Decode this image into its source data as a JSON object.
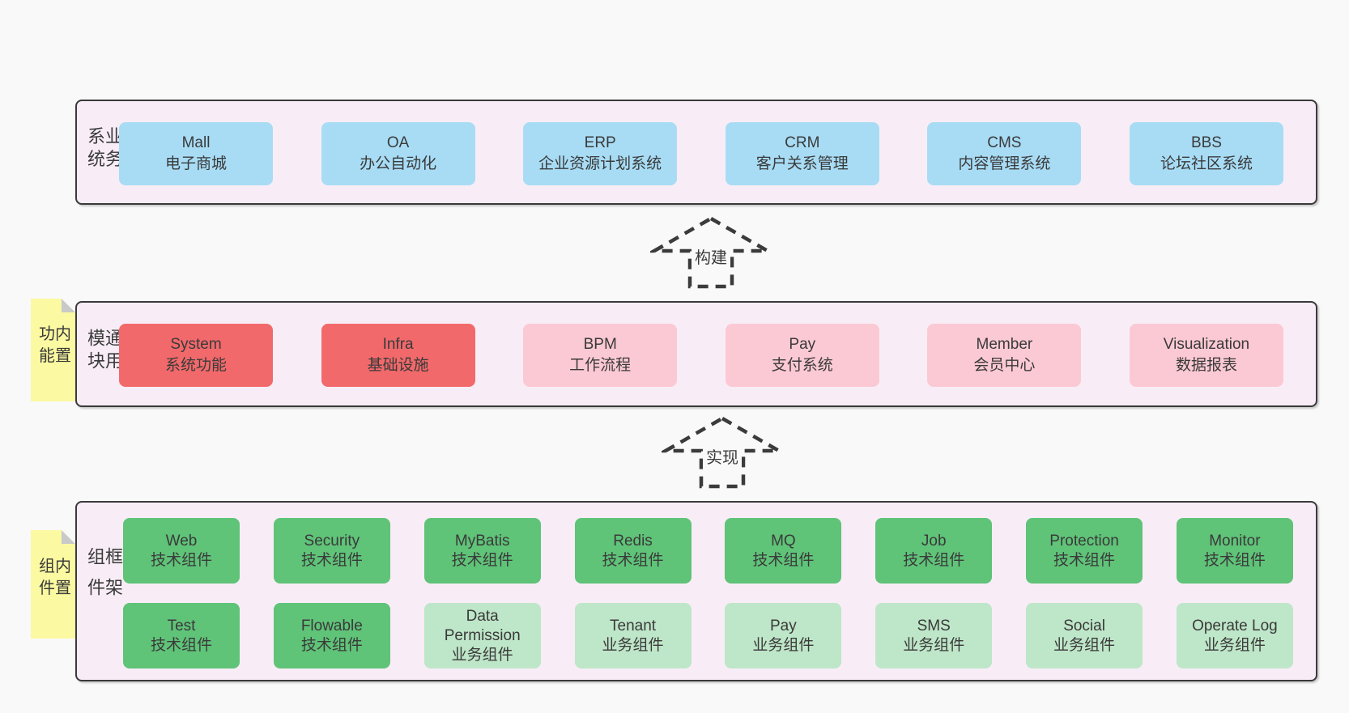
{
  "palette": {
    "page_bg": "#f9f9f9",
    "band_bg": "#f8edf6",
    "band_border": "#3a3a3a",
    "blue": "#a8dcf5",
    "red": "#f2696b",
    "pink": "#fbc9d4",
    "green": "#5fc378",
    "light_green": "#bee6c8",
    "sticky_yellow": "#fbf9a1",
    "sticky_fold": "#c9c9c9",
    "arrow": "#3b3b3b",
    "text": "#3a3a3a"
  },
  "arrows": [
    {
      "id": "build",
      "label": "构建"
    },
    {
      "id": "implement",
      "label": "实现"
    }
  ],
  "bands": [
    {
      "id": "business-systems",
      "label": "业务系统",
      "sticky": null,
      "rows": [
        [
          {
            "en": "Mall",
            "zh": "电子商城",
            "color": "blue"
          },
          {
            "en": "OA",
            "zh": "办公自动化",
            "color": "blue"
          },
          {
            "en": "ERP",
            "zh": "企业资源计划系统",
            "color": "blue"
          },
          {
            "en": "CRM",
            "zh": "客户关系管理",
            "color": "blue"
          },
          {
            "en": "CMS",
            "zh": "内容管理系统",
            "color": "blue"
          },
          {
            "en": "BBS",
            "zh": "论坛社区系统",
            "color": "blue"
          }
        ]
      ]
    },
    {
      "id": "common-modules",
      "label": "通用模块",
      "sticky": "内置功能",
      "rows": [
        [
          {
            "en": "System",
            "zh": "系统功能",
            "color": "red"
          },
          {
            "en": "Infra",
            "zh": "基础设施",
            "color": "red"
          },
          {
            "en": "BPM",
            "zh": "工作流程",
            "color": "pink"
          },
          {
            "en": "Pay",
            "zh": "支付系统",
            "color": "pink"
          },
          {
            "en": "Member",
            "zh": "会员中心",
            "color": "pink"
          },
          {
            "en": "Visualization",
            "zh": "数据报表",
            "color": "pink"
          }
        ]
      ]
    },
    {
      "id": "framework-components",
      "label": "框架组件",
      "sticky": "内置组件",
      "rows": [
        [
          {
            "en": "Web",
            "zh": "技术组件",
            "color": "green"
          },
          {
            "en": "Security",
            "zh": "技术组件",
            "color": "green"
          },
          {
            "en": "MyBatis",
            "zh": "技术组件",
            "color": "green"
          },
          {
            "en": "Redis",
            "zh": "技术组件",
            "color": "green"
          },
          {
            "en": "MQ",
            "zh": "技术组件",
            "color": "green"
          },
          {
            "en": "Job",
            "zh": "技术组件",
            "color": "green"
          },
          {
            "en": "Protection",
            "zh": "技术组件",
            "color": "green"
          },
          {
            "en": "Monitor",
            "zh": "技术组件",
            "color": "green"
          }
        ],
        [
          {
            "en": "Test",
            "zh": "技术组件",
            "color": "green"
          },
          {
            "en": "Flowable",
            "zh": "技术组件",
            "color": "green"
          },
          {
            "en": "Data Permission",
            "zh": "业务组件",
            "color": "light-green"
          },
          {
            "en": "Tenant",
            "zh": "业务组件",
            "color": "light-green"
          },
          {
            "en": "Pay",
            "zh": "业务组件",
            "color": "light-green"
          },
          {
            "en": "SMS",
            "zh": "业务组件",
            "color": "light-green"
          },
          {
            "en": "Social",
            "zh": "业务组件",
            "color": "light-green"
          },
          {
            "en": "Operate Log",
            "zh": "业务组件",
            "color": "light-green"
          }
        ]
      ]
    }
  ]
}
